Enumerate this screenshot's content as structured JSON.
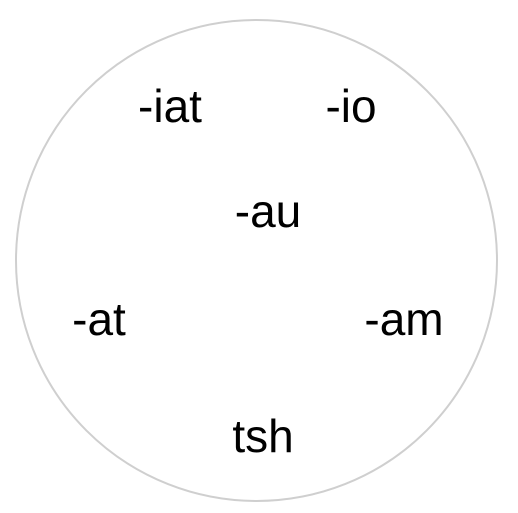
{
  "ring": {
    "border_color": "#cfcfcf",
    "text_color": "#000000"
  },
  "syllables": [
    {
      "text": "-iat"
    },
    {
      "text": "-io"
    },
    {
      "text": "-au"
    },
    {
      "text": "-at"
    },
    {
      "text": "-am"
    },
    {
      "text": "tsh"
    }
  ]
}
